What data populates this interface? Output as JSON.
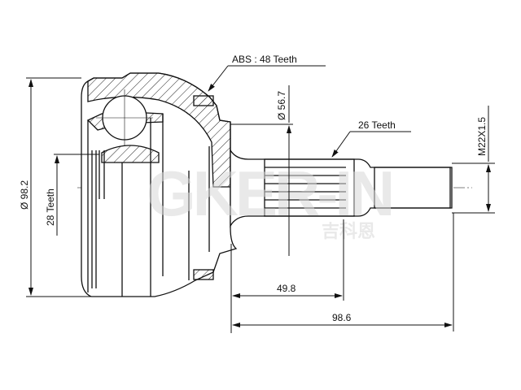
{
  "drawing": {
    "type": "CV joint outer assembly technical drawing",
    "labels": {
      "abs": "ABS : 48 Teeth",
      "shaft_diameter": "Ø 56.7",
      "spline": "26 Teeth",
      "thread": "M22X1.5",
      "outer_diameter": "Ø 98.2",
      "inner_teeth": "28 Teeth",
      "spline_length": "49.8",
      "total_length": "98.6"
    },
    "watermark": {
      "latin": "GKER-IN",
      "chinese": "吉科恩"
    },
    "colors": {
      "line": "#111111",
      "background": "#ffffff",
      "watermark": "#d8d8d8"
    }
  }
}
